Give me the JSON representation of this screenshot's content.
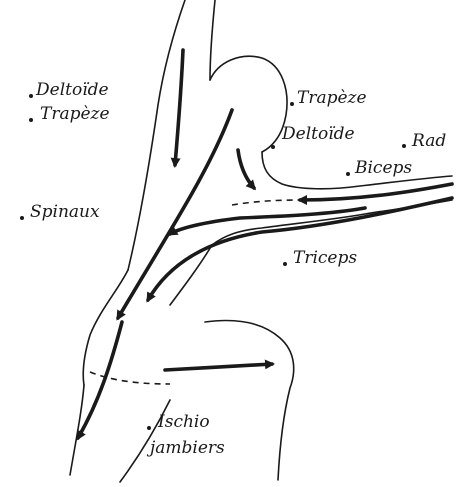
{
  "colors": {
    "ink": "#1a1a1a",
    "paper": "#ffffff"
  },
  "labels": {
    "deltoide_left": "Deltoïde",
    "trapeze_left": "Trapèze",
    "trapeze_right": "Trapèze",
    "deltoide_right": "Deltoïde",
    "rad": "Rad",
    "biceps": "Biceps",
    "spinaux": "Spinaux",
    "triceps": "Triceps",
    "ischio_line1": "Ischio",
    "ischio_line2": "jambiers"
  }
}
